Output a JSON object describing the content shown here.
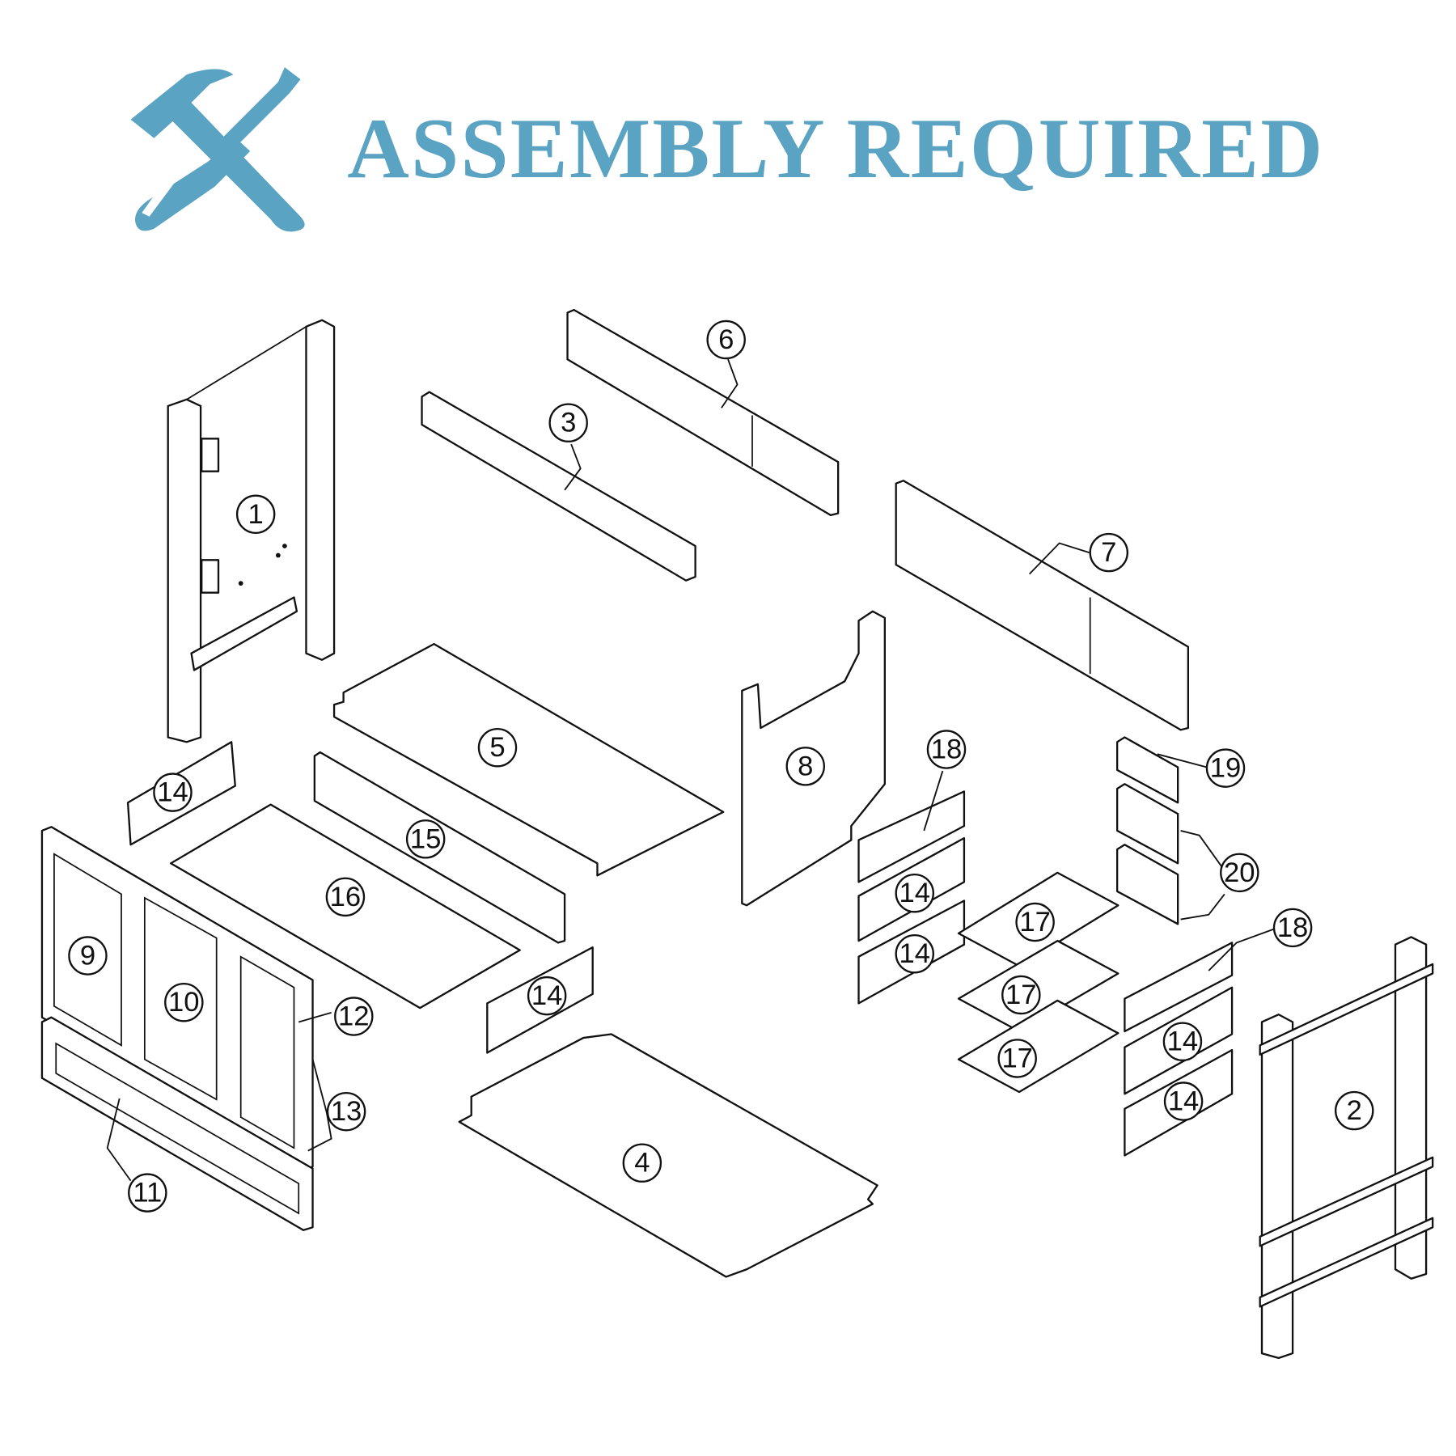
{
  "header": {
    "title": "ASSEMBLY REQUIRED",
    "icon": "hammer-screwdriver-icon",
    "accent_color": "#5ba3c2"
  },
  "callouts": [
    "1",
    "2",
    "3",
    "4",
    "5",
    "6",
    "7",
    "8",
    "9",
    "10",
    "11",
    "12",
    "13",
    "14",
    "14",
    "14",
    "14",
    "14",
    "14",
    "15",
    "16",
    "17",
    "17",
    "17",
    "18",
    "18",
    "19",
    "20"
  ]
}
